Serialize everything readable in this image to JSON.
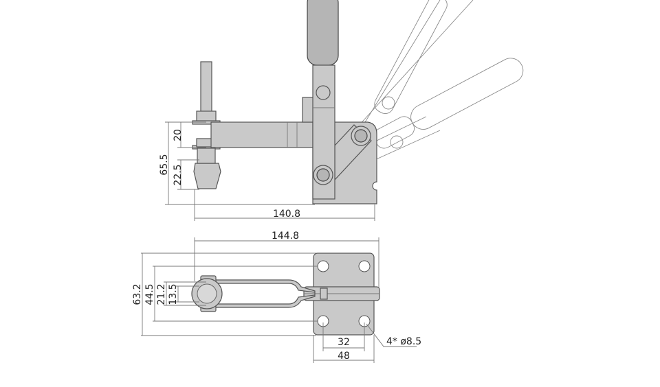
{
  "side_view": {
    "dimensions": {
      "arm_thickness": "20",
      "overall_height": "65.5",
      "spindle_height": "22.5",
      "overall_length": "140.8"
    }
  },
  "top_view": {
    "dimensions": {
      "overall_length": "144.8",
      "base_width": "63.2",
      "hole_spacing_vertical": "44.5",
      "slot_outer": "21.2",
      "slot_inner": "13.5",
      "hole_spacing_horizontal": "32",
      "base_length": "48",
      "hole_callout": "4* ø8.5"
    }
  }
}
